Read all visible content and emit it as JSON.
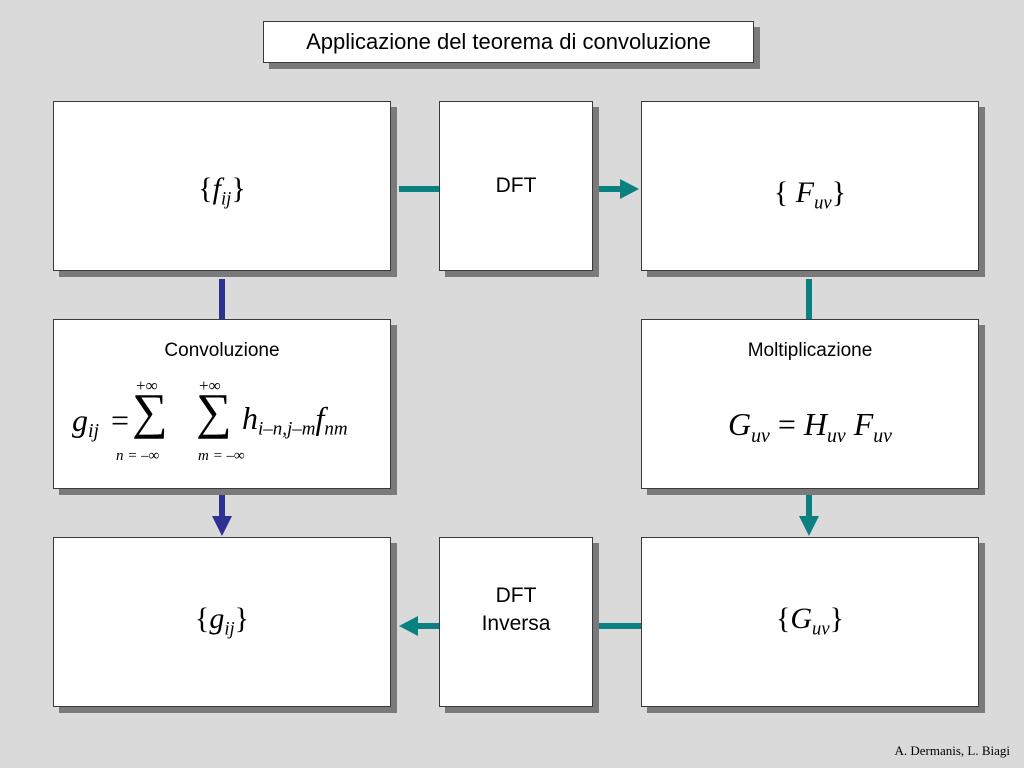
{
  "title": "Applicazione del teorema di convoluzione",
  "nodes": {
    "f": {
      "open": "{",
      "var": "f",
      "sub": "ij",
      "close": "}"
    },
    "dft": {
      "label": "DFT"
    },
    "F": {
      "open": "{ ",
      "var": "F",
      "sub": "uv",
      "close": "}"
    },
    "convoluzione": {
      "label": "Convoluzione",
      "formula": {
        "lhs_var": "g",
        "lhs_sub": "ij",
        "eq": "=",
        "sum1_upper": "+∞",
        "sum1_lower": "n = –∞",
        "sum2_upper": "+∞",
        "sum2_lower": "m = –∞",
        "sigma": "∑",
        "h_var": "h",
        "h_sub": "i–n,j–m",
        "f_var": "f",
        "f_sub": "nm"
      }
    },
    "moltiplicazione": {
      "label": "Moltiplicazione",
      "formula": {
        "G": "G",
        "G_sub": "uv",
        "eq": "=",
        "H": "H",
        "H_sub": "uv",
        "F": "F",
        "F_sub": "uv"
      }
    },
    "g": {
      "open": "{",
      "var": "g",
      "sub": "ij",
      "close": "}"
    },
    "dft_inv": {
      "line1": "DFT",
      "line2": "Inversa"
    },
    "G": {
      "open": "{",
      "var": "G",
      "sub": "uv",
      "close": "}"
    }
  },
  "colors": {
    "background": "#dadada",
    "teal": "#0b8080",
    "navy": "#2e3192",
    "box_shadow": "#7a7a7a"
  },
  "footer": "A. Dermanis, L. Biagi"
}
